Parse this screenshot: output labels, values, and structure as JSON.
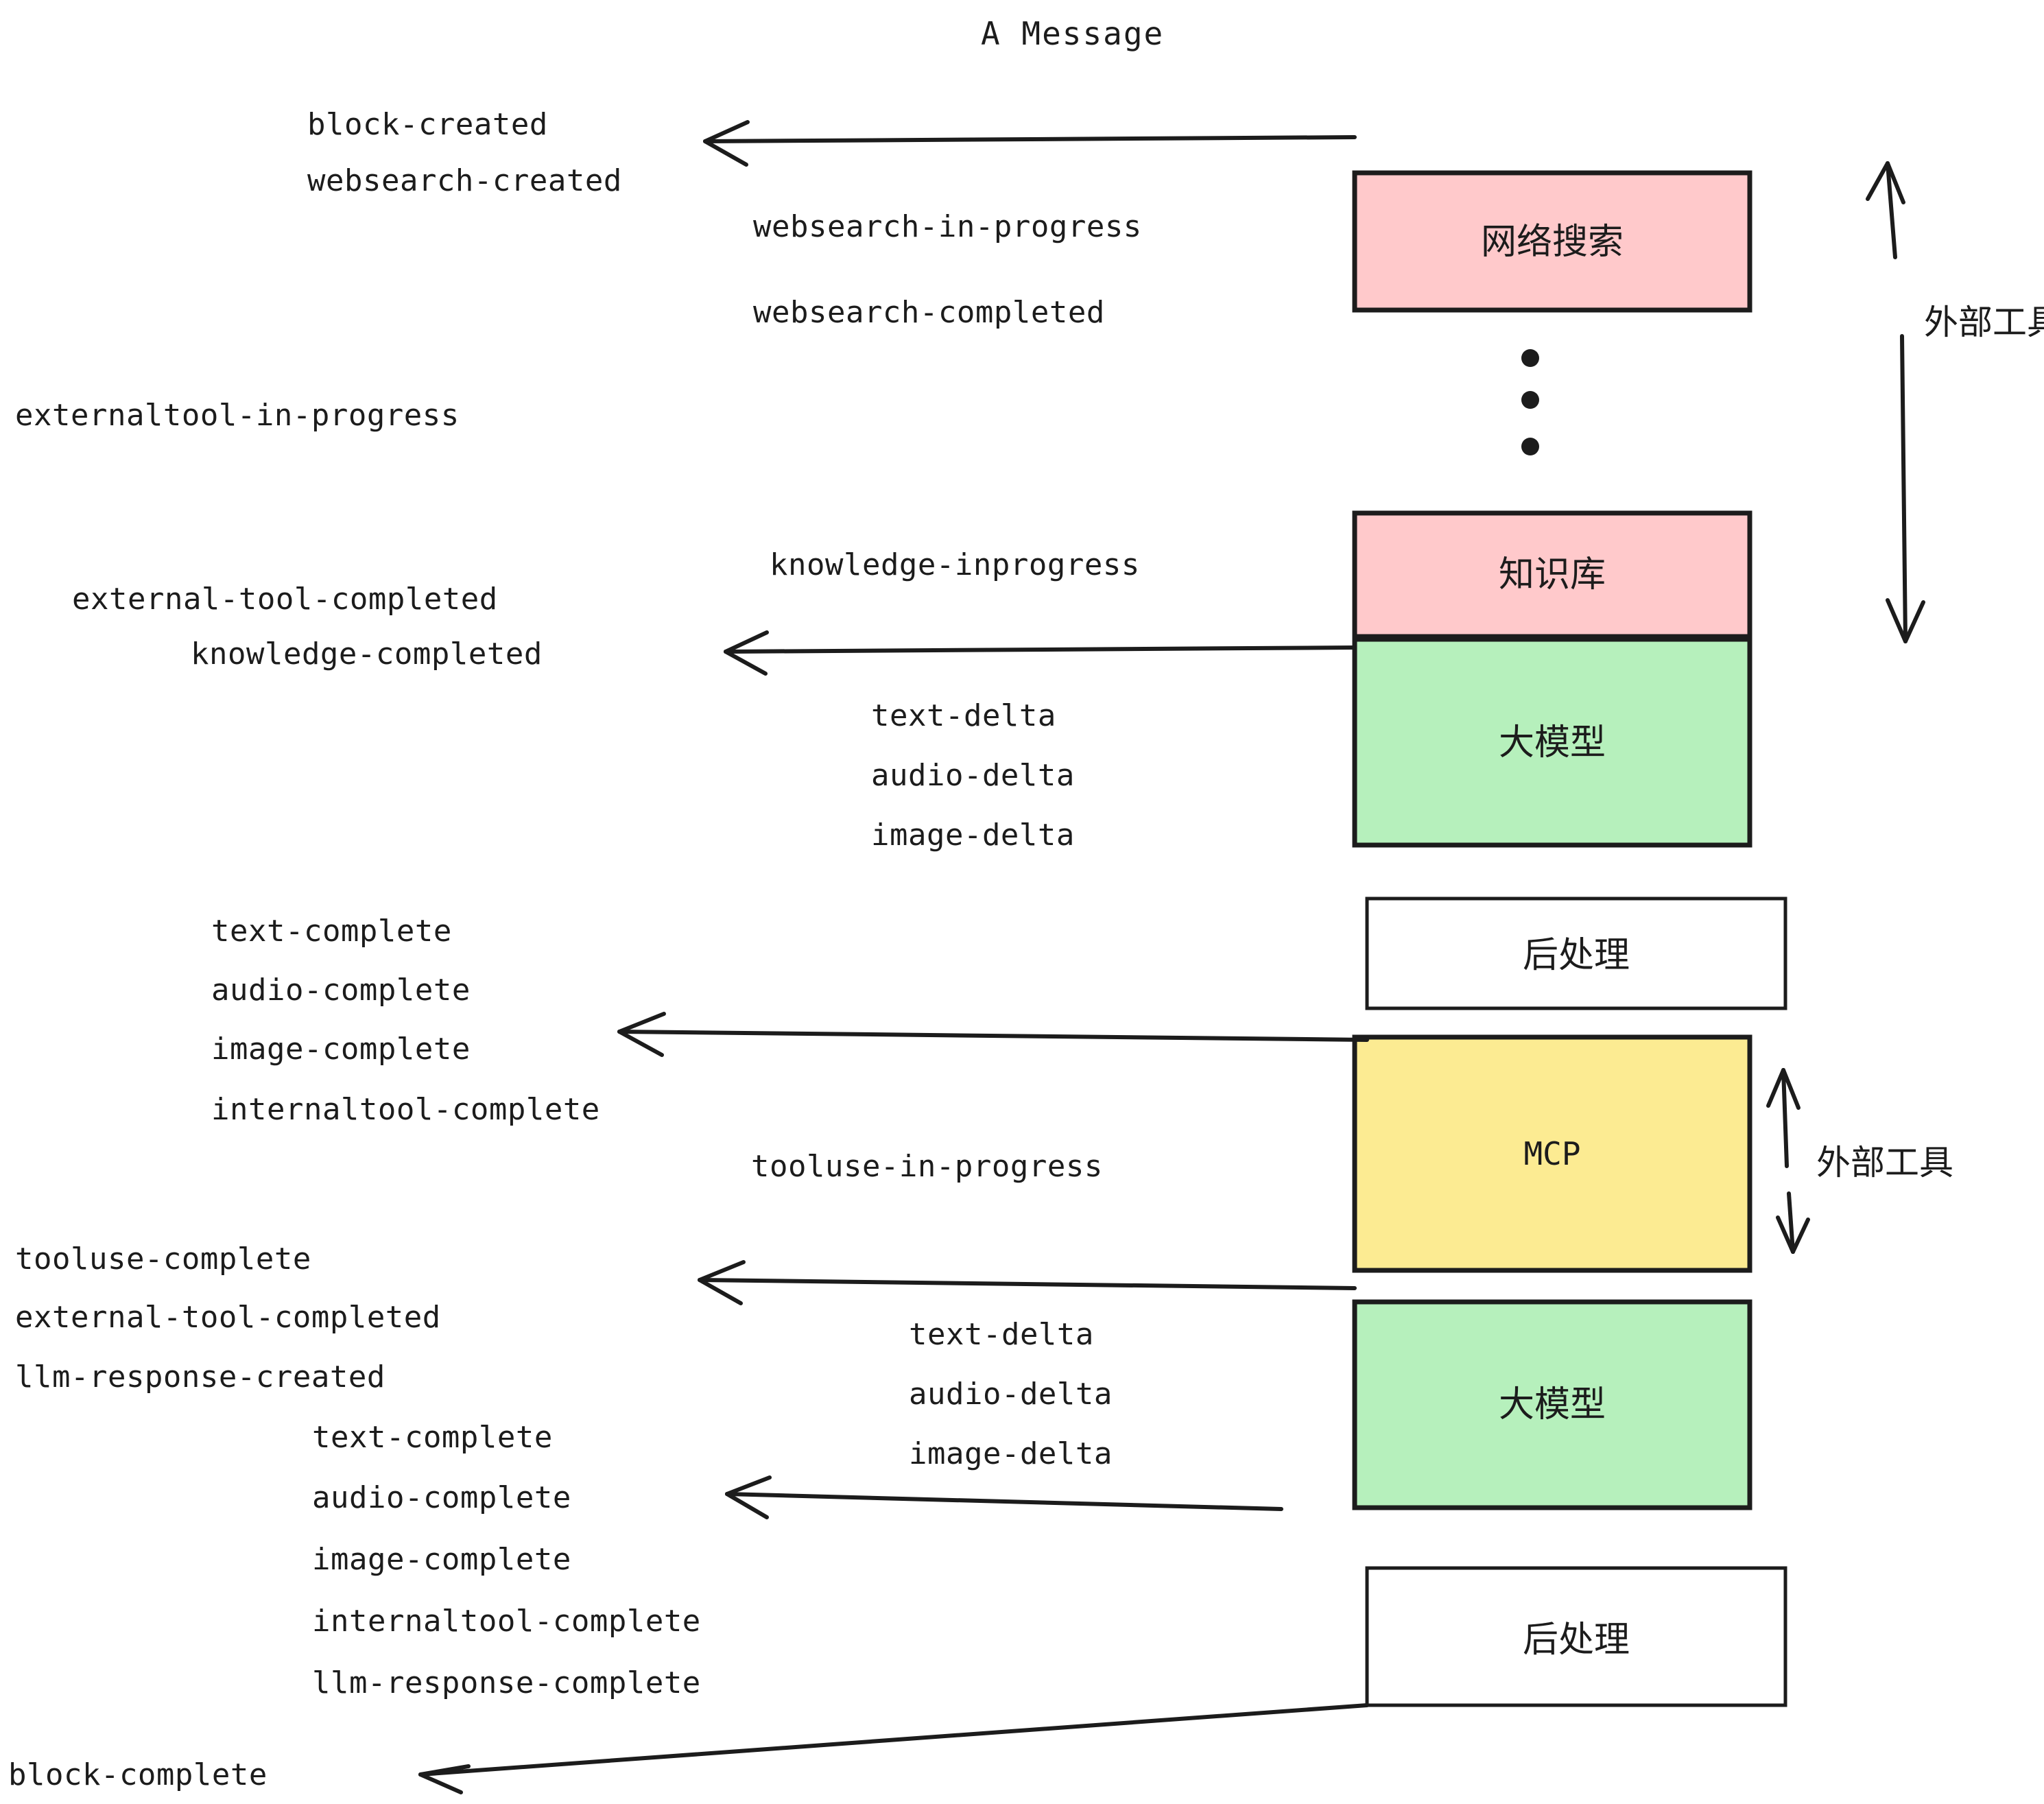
{
  "title": "A Message",
  "colors": {
    "pink": "#FFC9CB",
    "green": "#B6F0BC",
    "yellow": "#FCEB92",
    "white": "#FFFFFF",
    "stroke": "#1C1C1C",
    "background": "#FFFFFF"
  },
  "boxes": [
    {
      "id": "websearch",
      "label": "网络搜索",
      "fill": "#FFC9CB"
    },
    {
      "id": "knowledge",
      "label": "知识库",
      "fill": "#FFC9CB"
    },
    {
      "id": "llm-1",
      "label": "大模型",
      "fill": "#B6F0BC"
    },
    {
      "id": "postprocess-1",
      "label": "后处理",
      "fill": "#FFFFFF"
    },
    {
      "id": "mcp",
      "label": "MCP",
      "fill": "#FCEB92"
    },
    {
      "id": "llm-2",
      "label": "大模型",
      "fill": "#B6F0BC"
    },
    {
      "id": "postprocess-2",
      "label": "后处理",
      "fill": "#FFFFFF"
    }
  ],
  "side_labels": [
    {
      "id": "external-tool-top",
      "label": "外部工具"
    },
    {
      "id": "external-tool-bottom",
      "label": "外部工具"
    }
  ],
  "events": [
    {
      "id": "block-created",
      "text": "block-created"
    },
    {
      "id": "websearch-created",
      "text": "websearch-created"
    },
    {
      "id": "websearch-in-progress",
      "text": "websearch-in-progress"
    },
    {
      "id": "websearch-completed",
      "text": "websearch-completed"
    },
    {
      "id": "externaltool-in-progress",
      "text": "externaltool-in-progress"
    },
    {
      "id": "knowledge-inprogress",
      "text": "knowledge-inprogress"
    },
    {
      "id": "external-tool-completed-1",
      "text": "external-tool-completed"
    },
    {
      "id": "knowledge-completed",
      "text": "knowledge-completed"
    },
    {
      "id": "text-delta-1",
      "text": "text-delta"
    },
    {
      "id": "audio-delta-1",
      "text": "audio-delta"
    },
    {
      "id": "image-delta-1",
      "text": "image-delta"
    },
    {
      "id": "text-complete-1",
      "text": "text-complete"
    },
    {
      "id": "audio-complete-1",
      "text": "audio-complete"
    },
    {
      "id": "image-complete-1",
      "text": "image-complete"
    },
    {
      "id": "internaltool-complete-1",
      "text": "internaltool-complete"
    },
    {
      "id": "tooluse-in-progress",
      "text": "tooluse-in-progress"
    },
    {
      "id": "tooluse-complete",
      "text": "tooluse-complete"
    },
    {
      "id": "external-tool-completed-2",
      "text": "external-tool-completed"
    },
    {
      "id": "llm-response-created",
      "text": "llm-response-created"
    },
    {
      "id": "text-delta-2",
      "text": "text-delta"
    },
    {
      "id": "audio-delta-2",
      "text": "audio-delta"
    },
    {
      "id": "image-delta-2",
      "text": "image-delta"
    },
    {
      "id": "text-complete-2",
      "text": "text-complete"
    },
    {
      "id": "audio-complete-2",
      "text": "audio-complete"
    },
    {
      "id": "image-complete-2",
      "text": "image-complete"
    },
    {
      "id": "internaltool-complete-2",
      "text": "internaltool-complete"
    },
    {
      "id": "llm-response-complete",
      "text": "llm-response-complete"
    },
    {
      "id": "block-complete",
      "text": "block-complete"
    }
  ]
}
